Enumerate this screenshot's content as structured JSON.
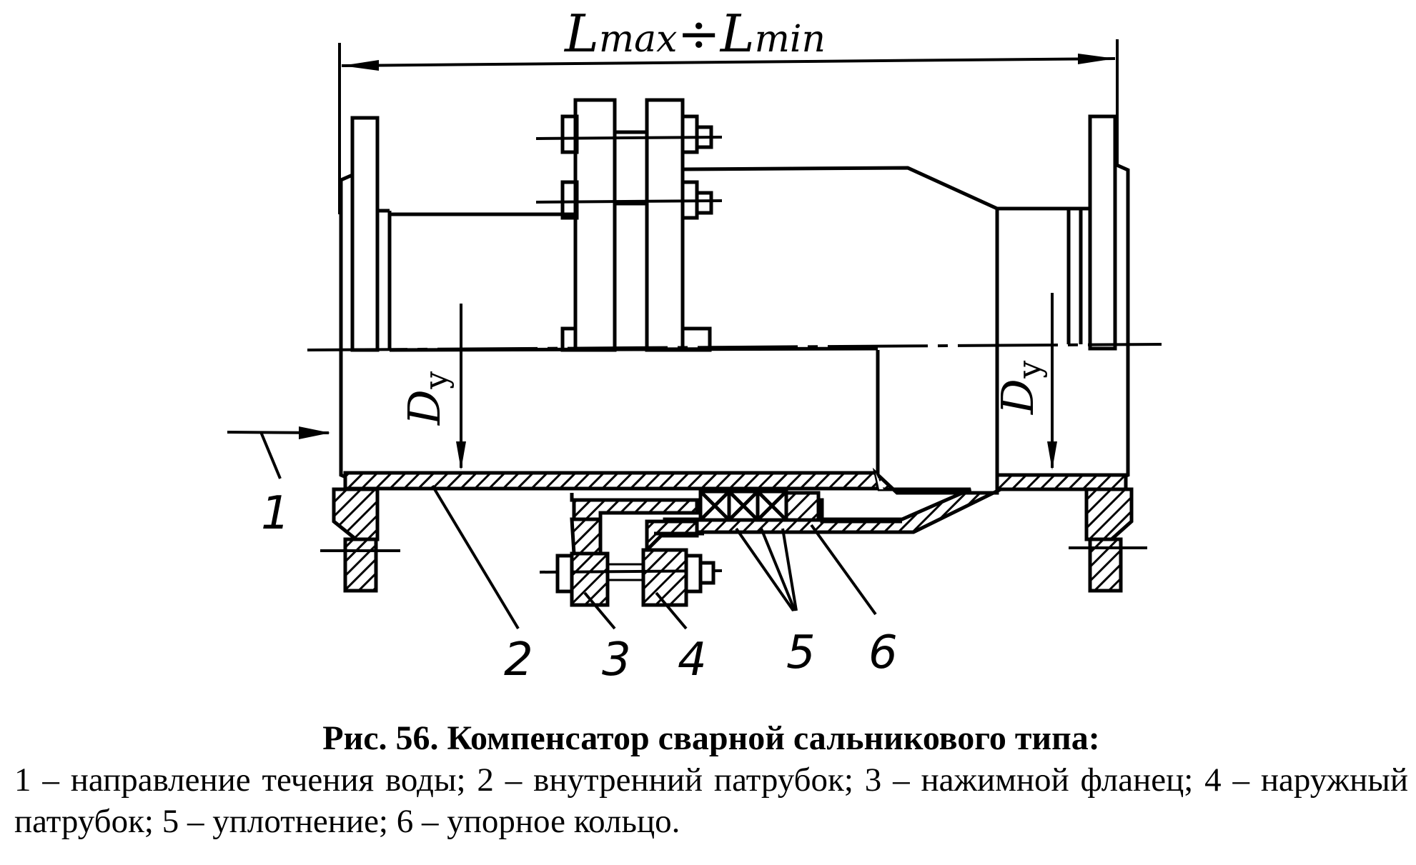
{
  "dimension": {
    "main": "L",
    "sub_max": "max",
    "separator": "÷",
    "sub_min": "min"
  },
  "diameter": {
    "main": "D",
    "sub": "у"
  },
  "part_numbers": [
    "1",
    "2",
    "3",
    "4",
    "5",
    "6"
  ],
  "caption": {
    "title": "Рис. 56. Компенсатор сварной сальникового типа:",
    "legend": "1 – направление течения воды; 2 – внутренний патрубок; 3 – нажимной фланец; 4 – наружный патрубок; 5 – уплотнение; 6 – упорное кольцо."
  }
}
